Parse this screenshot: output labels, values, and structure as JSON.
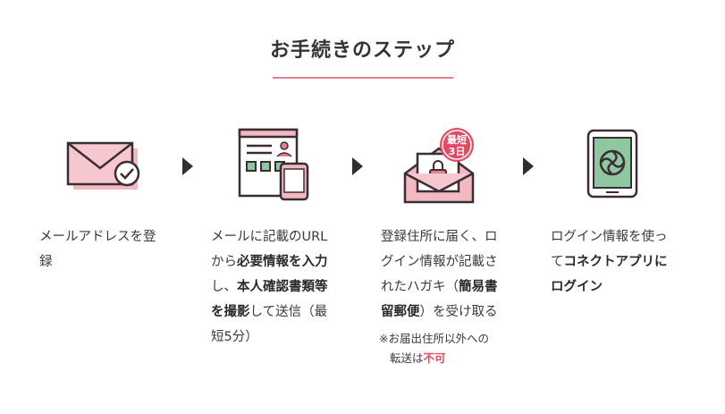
{
  "heading": "お手続きのステップ",
  "colors": {
    "accent": "#e57f8f",
    "pink_fill": "#f2b9c1",
    "green_fill": "#8fc8a0",
    "dark": "#3a2d33",
    "note_red": "#e24a63"
  },
  "icons": [
    "envelope-check-icon",
    "document-phone-icon",
    "mail-lock-icon",
    "smartphone-app-icon"
  ],
  "badge": {
    "line1": "最短",
    "line2": "3日"
  },
  "steps": [
    {
      "lines": [
        [
          {
            "t": "メールアドレスを登"
          }
        ],
        [
          {
            "t": "録"
          }
        ]
      ]
    },
    {
      "lines": [
        [
          {
            "t": "メールに記載のURL"
          }
        ],
        [
          {
            "t": "から"
          },
          {
            "t": "必要情報を入力",
            "b": true
          }
        ],
        [
          {
            "t": "し、"
          },
          {
            "t": "本人確認書類等",
            "b": true
          }
        ],
        [
          {
            "t": "を撮影",
            "b": true
          },
          {
            "t": "して送信（最"
          }
        ],
        [
          {
            "t": "短5分）"
          }
        ]
      ]
    },
    {
      "lines": [
        [
          {
            "t": "登録住所に届く、ロ"
          }
        ],
        [
          {
            "t": "グイン情報が記載さ"
          }
        ],
        [
          {
            "t": "れたハガキ（"
          },
          {
            "t": "簡易書",
            "b": true
          }
        ],
        [
          {
            "t": "留郵便",
            "b": true
          },
          {
            "t": "）を受け取る"
          }
        ]
      ]
    },
    {
      "lines": [
        [
          {
            "t": "ログイン情報を使っ"
          }
        ],
        [
          {
            "t": "て"
          },
          {
            "t": "コネクトアプリに",
            "b": true
          }
        ],
        [
          {
            "t": "ログイン",
            "b": true
          }
        ]
      ]
    }
  ],
  "note": {
    "line1": "※お届出住所以外への",
    "line2_prefix": "転送は",
    "line2_emph": "不可"
  }
}
